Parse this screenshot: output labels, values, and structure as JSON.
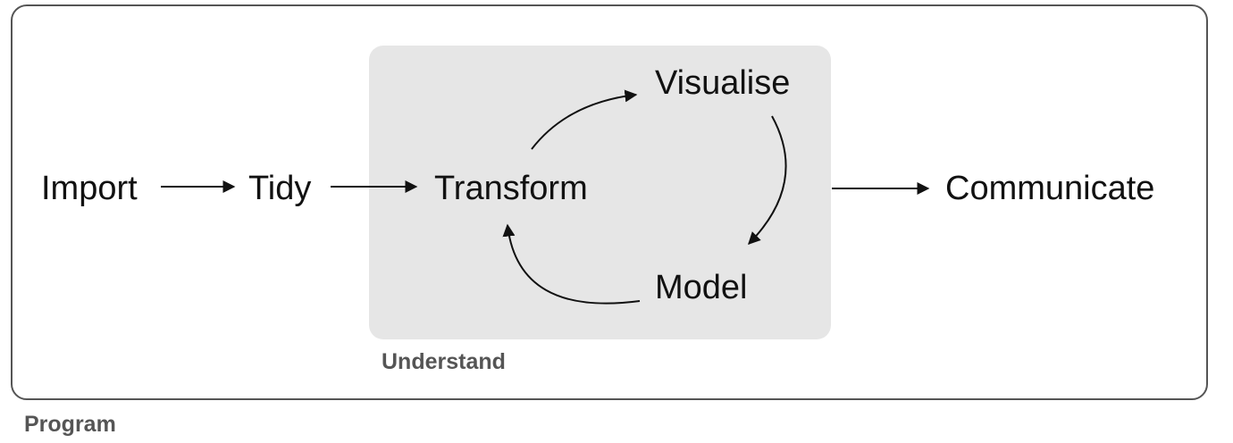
{
  "nodes": {
    "import": "Import",
    "tidy": "Tidy",
    "transform": "Transform",
    "visualise": "Visualise",
    "model": "Model",
    "communicate": "Communicate"
  },
  "groups": {
    "understand": "Understand",
    "program": "Program"
  },
  "colors": {
    "frame_stroke": "#555555",
    "understand_fill": "#e6e6e6",
    "arrow": "#111111",
    "caption_text": "#555555"
  }
}
